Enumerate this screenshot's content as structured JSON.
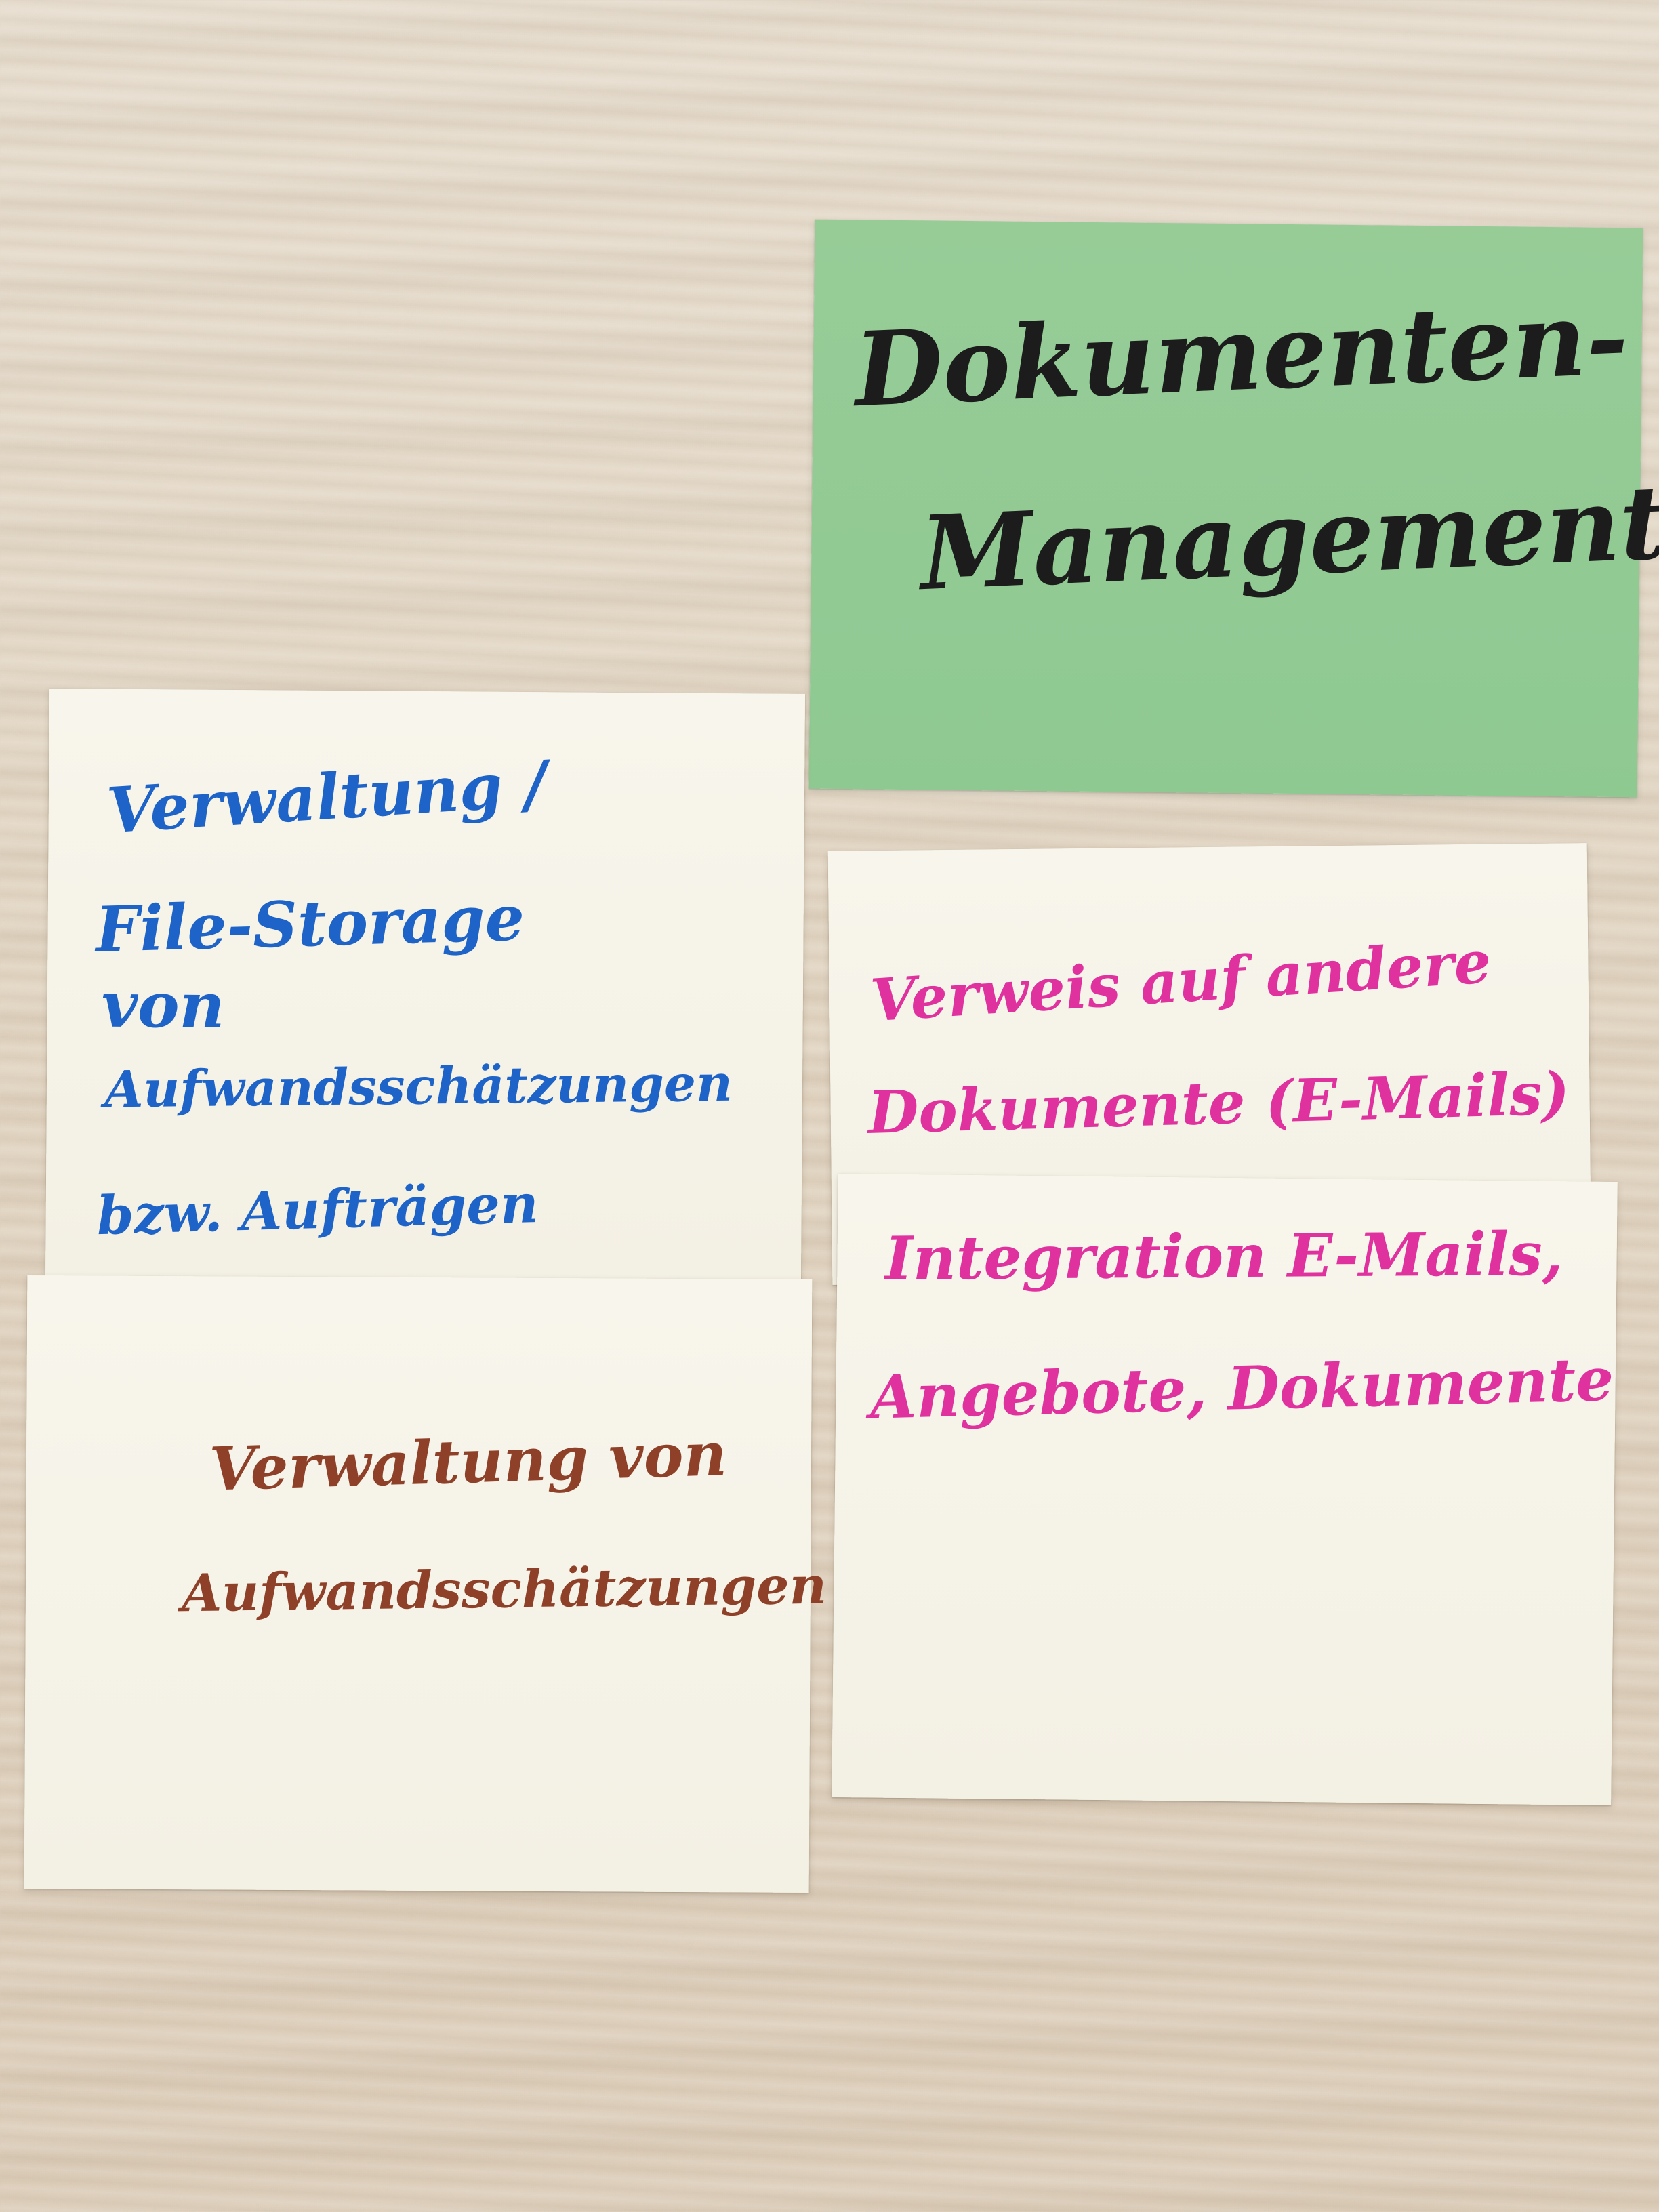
{
  "cards": {
    "green": {
      "lines": [
        "Dokumenten-",
        "Management"
      ],
      "color": "#8fc992",
      "ink": "#1c1c1c"
    },
    "blue": {
      "lines": [
        "Verwaltung /",
        "File-Storage",
        "von",
        "Aufwandsschätzungen",
        "bzw. Aufträgen"
      ],
      "ink": "#1e63c8"
    },
    "brown": {
      "lines": [
        "Verwaltung von",
        "Aufwandsschätzungen"
      ],
      "ink": "#8e4128"
    },
    "pink_top": {
      "lines": [
        "Verweis auf andere",
        "Dokumente (E-Mails)"
      ],
      "ink": "#e0329f"
    },
    "pink_bottom": {
      "lines": [
        "Integration E-Mails,",
        "Angebote, Dokumente"
      ],
      "ink": "#e0329f"
    }
  }
}
